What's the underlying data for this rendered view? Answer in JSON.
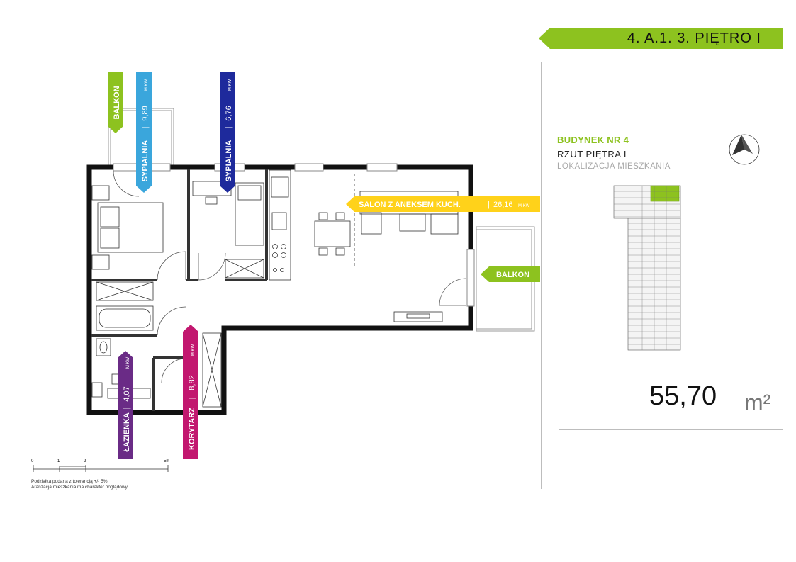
{
  "header": {
    "title": "4.  A.1.  3.  PIĘTRO I",
    "accent": "#8dc21f"
  },
  "building": {
    "title": "BUDYNEK NR 4",
    "subtitle": "RZUT PIĘTRA I",
    "location_label": "LOKALIZACJA MIESZKANIA"
  },
  "apartment": {
    "area": "55,70",
    "unit": "m²"
  },
  "rooms": [
    {
      "name": "SYPIALNIA",
      "area": "9,89",
      "unit": "M KW",
      "color": "#3aa6dc"
    },
    {
      "name": "SYPIALNIA",
      "area": "6,76",
      "unit": "M KW",
      "color": "#1e2a9c"
    },
    {
      "name": "SALON Z ANEKSEM KUCH.",
      "area": "26,16",
      "unit": "M KW",
      "color": "#ffd21a"
    },
    {
      "name": "ŁAZIENKA",
      "area": "4,07",
      "unit": "M KW",
      "color": "#6a2b86"
    },
    {
      "name": "KORYTARZ",
      "area": "8,82",
      "unit": "M KW",
      "color": "#c2176f"
    }
  ],
  "balconies": [
    {
      "name": "BALKON"
    },
    {
      "name": "BALKON"
    }
  ],
  "scale": {
    "ticks": [
      "0",
      "1",
      "2",
      "5m"
    ]
  },
  "notes": [
    "Podziałka podana z tolerancją +/- 5%",
    "Aranżacja mieszkania ma charakter poglądowy."
  ]
}
